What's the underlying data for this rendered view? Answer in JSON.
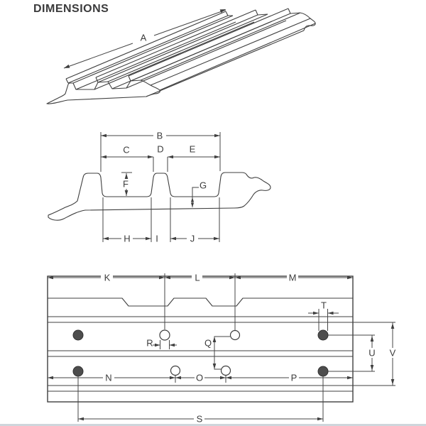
{
  "title": "DIMENSIONS",
  "views": {
    "isometric": {
      "dims": {
        "a": "A"
      }
    },
    "section": {
      "dims": {
        "b": "B",
        "c": "C",
        "d": "D",
        "e": "E",
        "f": "F",
        "g": "G",
        "h": "H",
        "i": "I",
        "j": "J"
      }
    },
    "plan": {
      "dims": {
        "k": "K",
        "l": "L",
        "m": "M",
        "n": "N",
        "o": "O",
        "p": "P",
        "q": "Q",
        "r": "R",
        "s": "S",
        "t": "T",
        "u": "U",
        "v": "V"
      }
    }
  },
  "colors": {
    "line": "#3f3f3f",
    "text": "#3c3c3c",
    "hole_fill": "#4d4d4d",
    "background": "#ffffff",
    "footer_strip": "#cfd6dc"
  }
}
